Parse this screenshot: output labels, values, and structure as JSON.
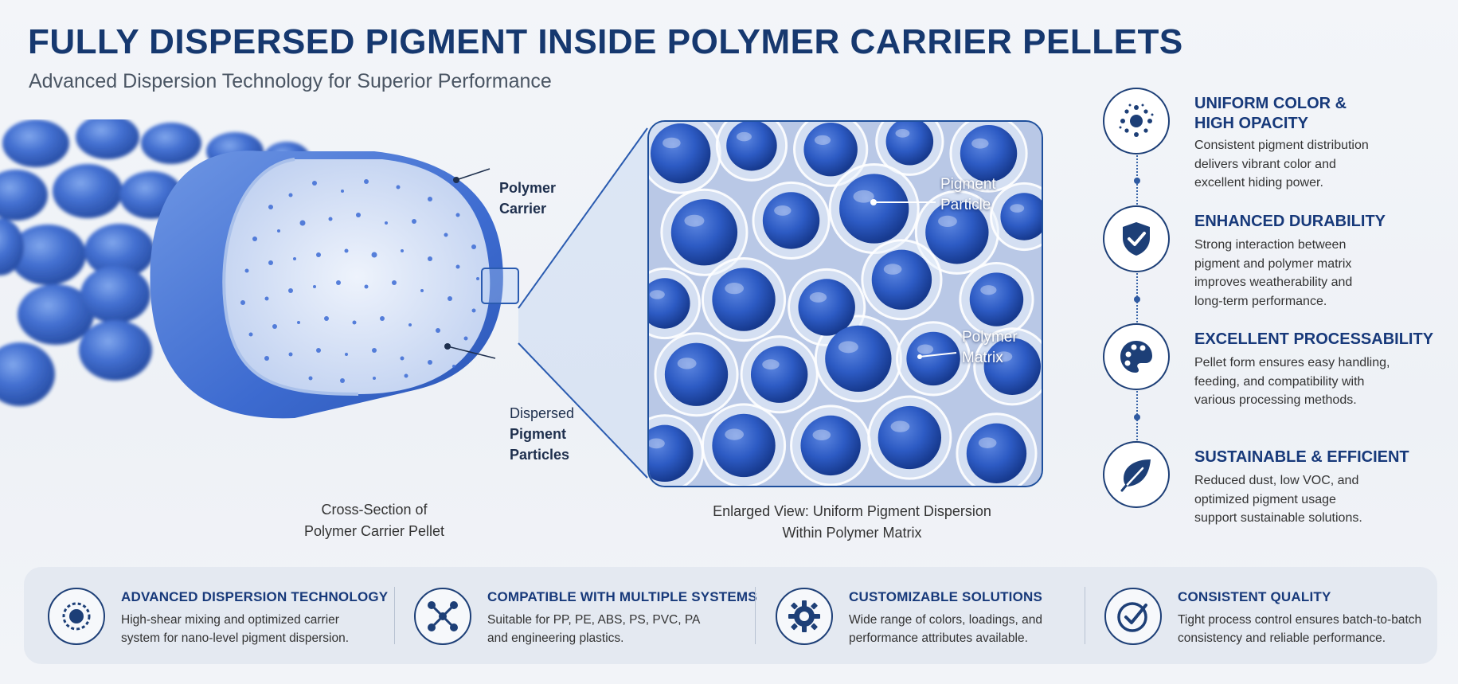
{
  "header": {
    "title": "FULLY DISPERSED PIGMENT INSIDE POLYMER CARRIER PELLETS",
    "subtitle": "Advanced Dispersion Technology for Superior Performance"
  },
  "pellet_section": {
    "callout_polymer_carrier_line1": "Polymer",
    "callout_polymer_carrier_line2": "Carrier",
    "callout_dispersed_line1": "Dispersed",
    "callout_dispersed_line2": "Pigment",
    "callout_dispersed_line3": "Particles",
    "caption_line1": "Cross-Section of",
    "caption_line2": "Polymer Carrier Pellet"
  },
  "zoom_section": {
    "label_pigment_line1": "Pigment",
    "label_pigment_line2": "Particle",
    "label_matrix_line1": "Polymer",
    "label_matrix_line2": "Matrix",
    "caption_line1": "Enlarged View: Uniform Pigment Dispersion",
    "caption_line2": "Within Polymer Matrix"
  },
  "features": [
    {
      "icon": "particles-icon",
      "title_line1": "UNIFORM COLOR &",
      "title_line2": "HIGH OPACITY",
      "desc": [
        "Consistent pigment distribution",
        "delivers vibrant color and",
        "excellent hiding power."
      ]
    },
    {
      "icon": "shield-check-icon",
      "title_line1": "ENHANCED DURABILITY",
      "title_line2": "",
      "desc": [
        "Strong interaction between",
        "pigment and polymer matrix",
        "improves weatherability and",
        "long-term performance."
      ]
    },
    {
      "icon": "palette-icon",
      "title_line1": "EXCELLENT PROCESSABILITY",
      "title_line2": "",
      "desc": [
        "Pellet form ensures easy handling,",
        "feeding, and compatibility with",
        "various processing methods."
      ]
    },
    {
      "icon": "leaf-icon",
      "title_line1": "SUSTAINABLE & EFFICIENT",
      "title_line2": "",
      "desc": [
        "Reduced dust, low VOC, and",
        "optimized pigment usage",
        "support sustainable solutions."
      ]
    }
  ],
  "bottom_bar": [
    {
      "icon": "dispersion-target-icon",
      "title": "ADVANCED DISPERSION TECHNOLOGY",
      "desc": [
        "High-shear mixing and optimized carrier",
        "system for nano-level pigment dispersion."
      ]
    },
    {
      "icon": "network-nodes-icon",
      "title": "COMPATIBLE WITH MULTIPLE SYSTEMS",
      "desc": [
        "Suitable for PP, PE, ABS, PS, PVC, PA",
        "and engineering plastics."
      ]
    },
    {
      "icon": "gear-icon",
      "title": "CUSTOMIZABLE SOLUTIONS",
      "desc": [
        "Wide range of colors, loadings, and",
        "performance attributes available."
      ]
    },
    {
      "icon": "check-circle-icon",
      "title": "CONSISTENT QUALITY",
      "desc": [
        "Tight process control ensures batch-to-batch",
        "consistency and reliable performance."
      ]
    }
  ],
  "colors": {
    "navy": "#16386f",
    "pellet_blue": "#3f6fd0",
    "accent_blue": "#1e4f9c"
  }
}
